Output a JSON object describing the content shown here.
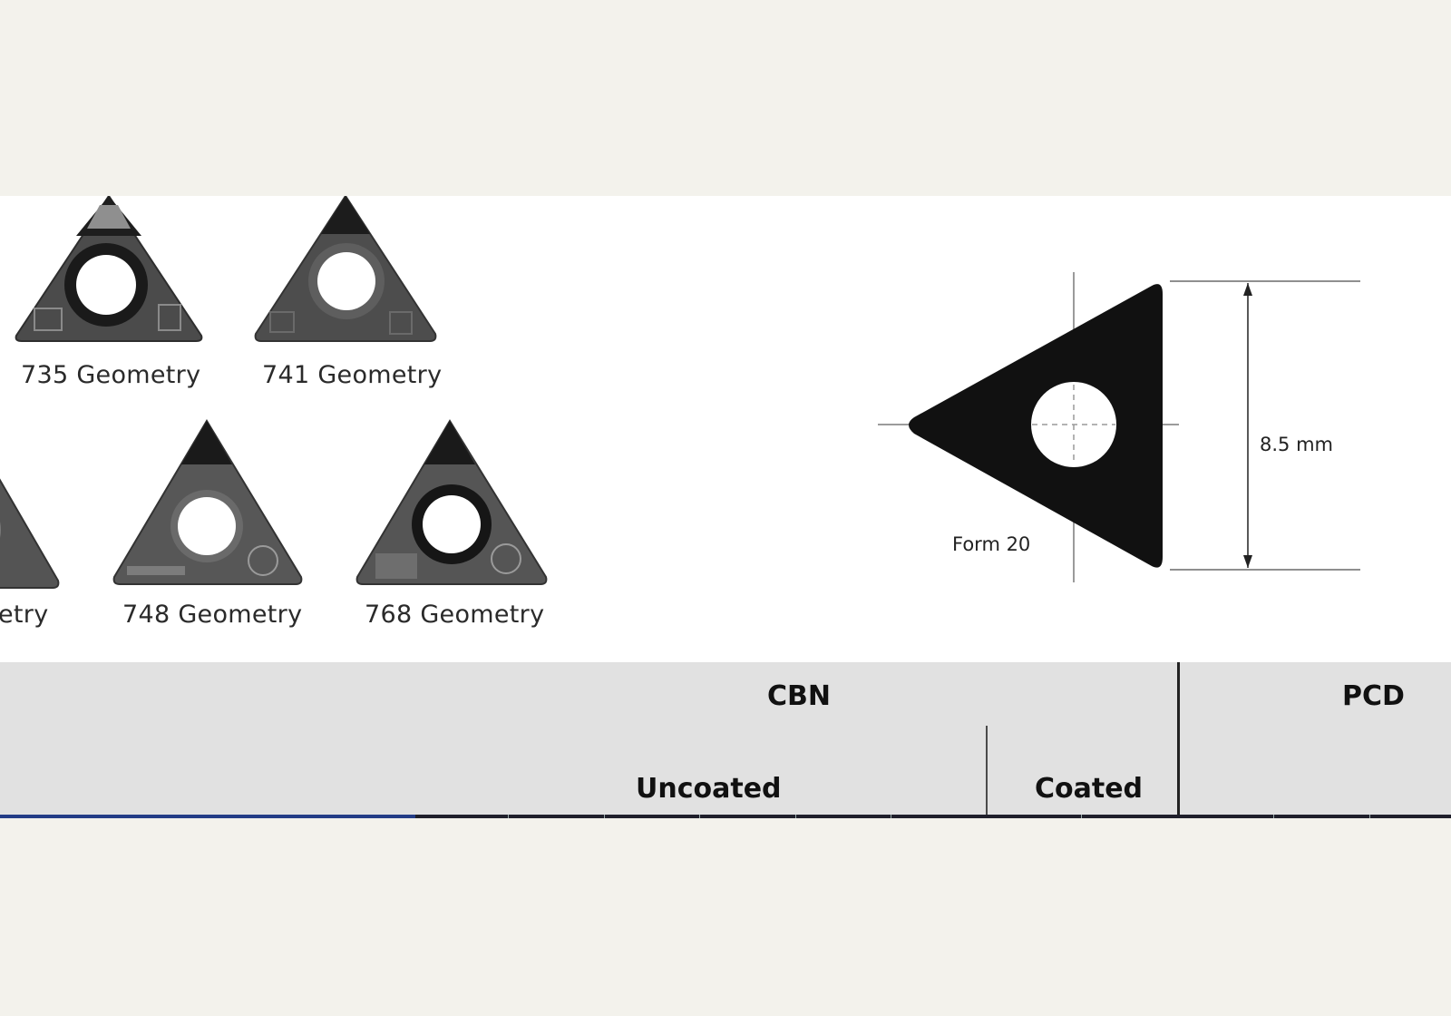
{
  "inserts": [
    {
      "label": "735 Geometry"
    },
    {
      "label": "741 Geometry"
    },
    {
      "label": "etry"
    },
    {
      "label": "748 Geometry"
    },
    {
      "label": "768 Geometry"
    }
  ],
  "diagram": {
    "form_label": "Form 20",
    "dimension_label": "8.5 mm"
  },
  "table": {
    "group_cbn": "CBN",
    "group_pcd": "PCD",
    "sub_uncoated": "Uncoated",
    "sub_coated": "Coated"
  },
  "colors": {
    "background": "#f3f2ec",
    "panel": "#ffffff",
    "header_fill": "#e1e1e1",
    "accent_line": "#233c86"
  }
}
